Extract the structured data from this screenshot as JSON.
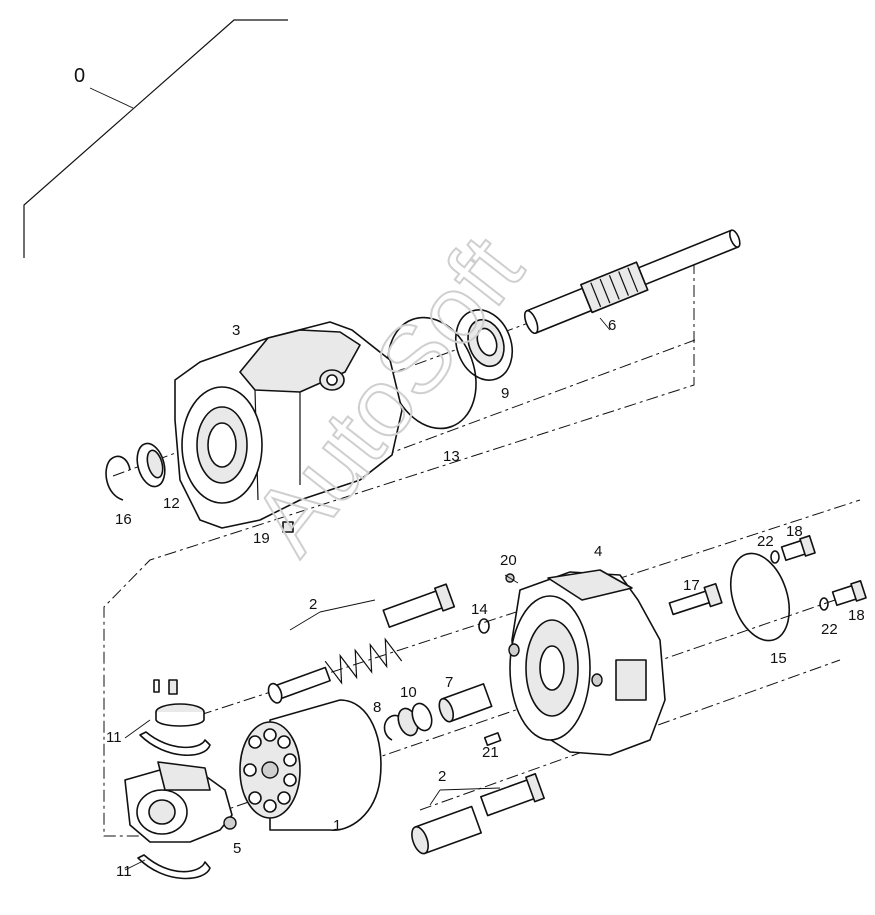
{
  "watermark": "AutoSoft",
  "callouts": {
    "c0": "0",
    "c1": "1",
    "c2a": "2",
    "c2b": "2",
    "c3": "3",
    "c4": "4",
    "c5": "5",
    "c6": "6",
    "c7": "7",
    "c8": "8",
    "c9": "9",
    "c10": "10",
    "c11a": "11",
    "c11b": "11",
    "c12": "12",
    "c13": "13",
    "c14": "14",
    "c15": "15",
    "c16": "16",
    "c17": "17",
    "c18a": "18",
    "c18b": "18",
    "c19": "19",
    "c20": "20",
    "c21": "21",
    "c22a": "22",
    "c22b": "22"
  }
}
